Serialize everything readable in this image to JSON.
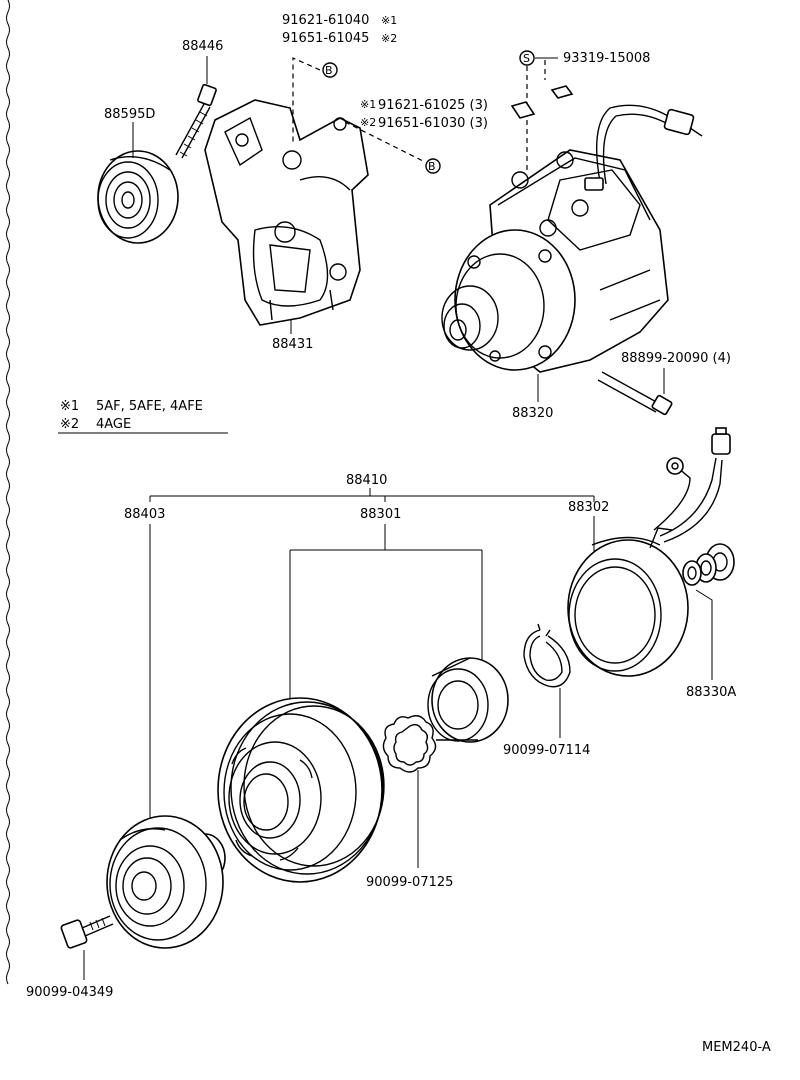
{
  "labels": {
    "p88446": "88446",
    "p88595d": "88595D",
    "p91621_61040": "91621-61040",
    "p91651_61045": "91651-61045",
    "p91621_61025": "91621-61025 (3)",
    "p91651_61030": "91651-61030 (3)",
    "p93319": "93319-15008",
    "p88431": "88431",
    "p88899": "88899-20090 (4)",
    "p88320": "88320",
    "p88410": "88410",
    "p88403": "88403",
    "p88301": "88301",
    "p88302": "88302",
    "p88330a": "88330A",
    "p90099_07114": "90099-07114",
    "p90099_07125": "90099-07125",
    "p90099_04349": "90099-04349"
  },
  "notes": {
    "mark1": "※1",
    "mark2": "※2",
    "note1_text": "5AF, 5AFE, 4AFE",
    "note2_text": "4AGE",
    "mark1_small": "※1",
    "mark2_small": "※2",
    "mark1_after": "※1",
    "mark2_after": "※2"
  },
  "symbols": {
    "b1": "B",
    "b2": "B",
    "s1": "S"
  },
  "footer": {
    "code": "MEM240-A"
  }
}
